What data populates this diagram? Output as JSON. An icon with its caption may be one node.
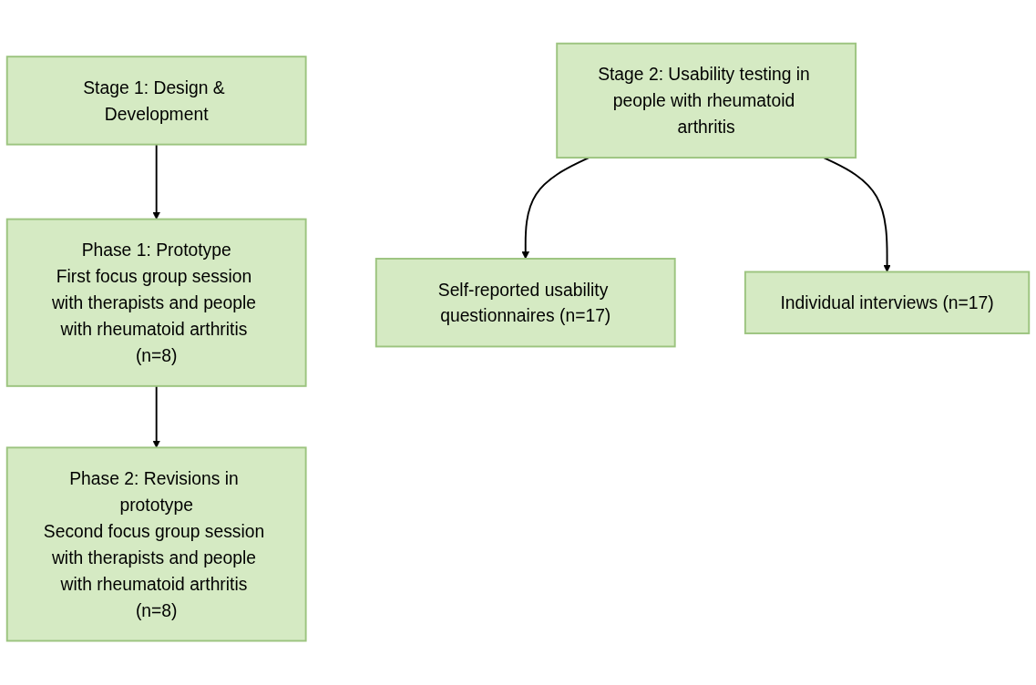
{
  "diagram": {
    "nodes": [
      {
        "text": [
          "Stage 1: Design & Development"
        ]
      },
      {
        "text": [
          "Phase 1: Prototype",
          "First focus group session with therapists and people with rheumatoid arthritis (n=8)"
        ]
      },
      {
        "text": [
          "Phase 2: Revisions in prototype",
          "Second focus group session with therapists and people with rheumatoid arthritis (n=8)"
        ]
      },
      {
        "text": [
          "Stage 2: Usability testing in people with rheumatoid arthritis"
        ]
      },
      {
        "text": [
          "Self-reported usability questionnaires (n=17)"
        ]
      },
      {
        "text": [
          "Individual interviews (n=17)"
        ]
      }
    ],
    "edges": [
      {
        "from": 0,
        "to": 1,
        "arrow": "to"
      },
      {
        "from": 1,
        "to": 2,
        "arrow": "to"
      },
      {
        "from": 3,
        "to": 4,
        "arrow": "to"
      },
      {
        "from": 3,
        "to": 5,
        "arrow": "to"
      }
    ]
  }
}
